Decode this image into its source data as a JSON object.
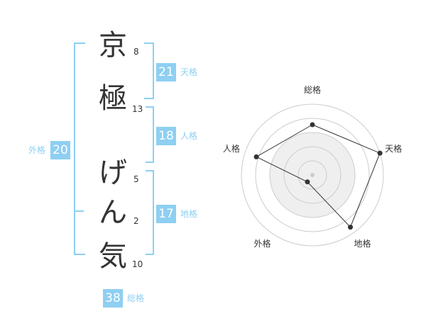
{
  "characters": [
    {
      "char": "京",
      "strokes": "8"
    },
    {
      "char": "極",
      "strokes": "13"
    },
    {
      "char": "げ",
      "strokes": "5"
    },
    {
      "char": "ん",
      "strokes": "2"
    },
    {
      "char": "気",
      "strokes": "10"
    }
  ],
  "fortunes": {
    "tenkaku": {
      "value": "21",
      "label": "天格"
    },
    "jinkaku": {
      "value": "18",
      "label": "人格"
    },
    "chikaku": {
      "value": "17",
      "label": "地格"
    },
    "gaikaku": {
      "value": "20",
      "label": "外格"
    },
    "soukaku": {
      "value": "38",
      "label": "総格"
    }
  },
  "colors": {
    "accent": "#8ecff2",
    "text": "#333333",
    "radar_fill": "#efefef",
    "grid": "#cccccc"
  },
  "chart_data": {
    "type": "radar",
    "axes": [
      "総格",
      "天格",
      "地格",
      "外格",
      "人格"
    ],
    "values": [
      0.71,
      1.0,
      0.91,
      0.12,
      0.83
    ],
    "range": [
      0,
      1
    ],
    "rings": 5
  }
}
